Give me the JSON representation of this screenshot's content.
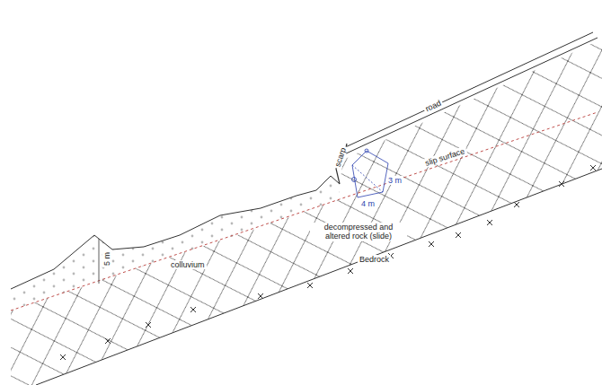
{
  "diagram": {
    "labels": [
      "road",
      "scarp",
      "slip surface",
      "colluvium",
      "decompressed and altered rock (slide)",
      "Bedrock",
      "5 m",
      "3 m",
      "4 m"
    ]
  }
}
